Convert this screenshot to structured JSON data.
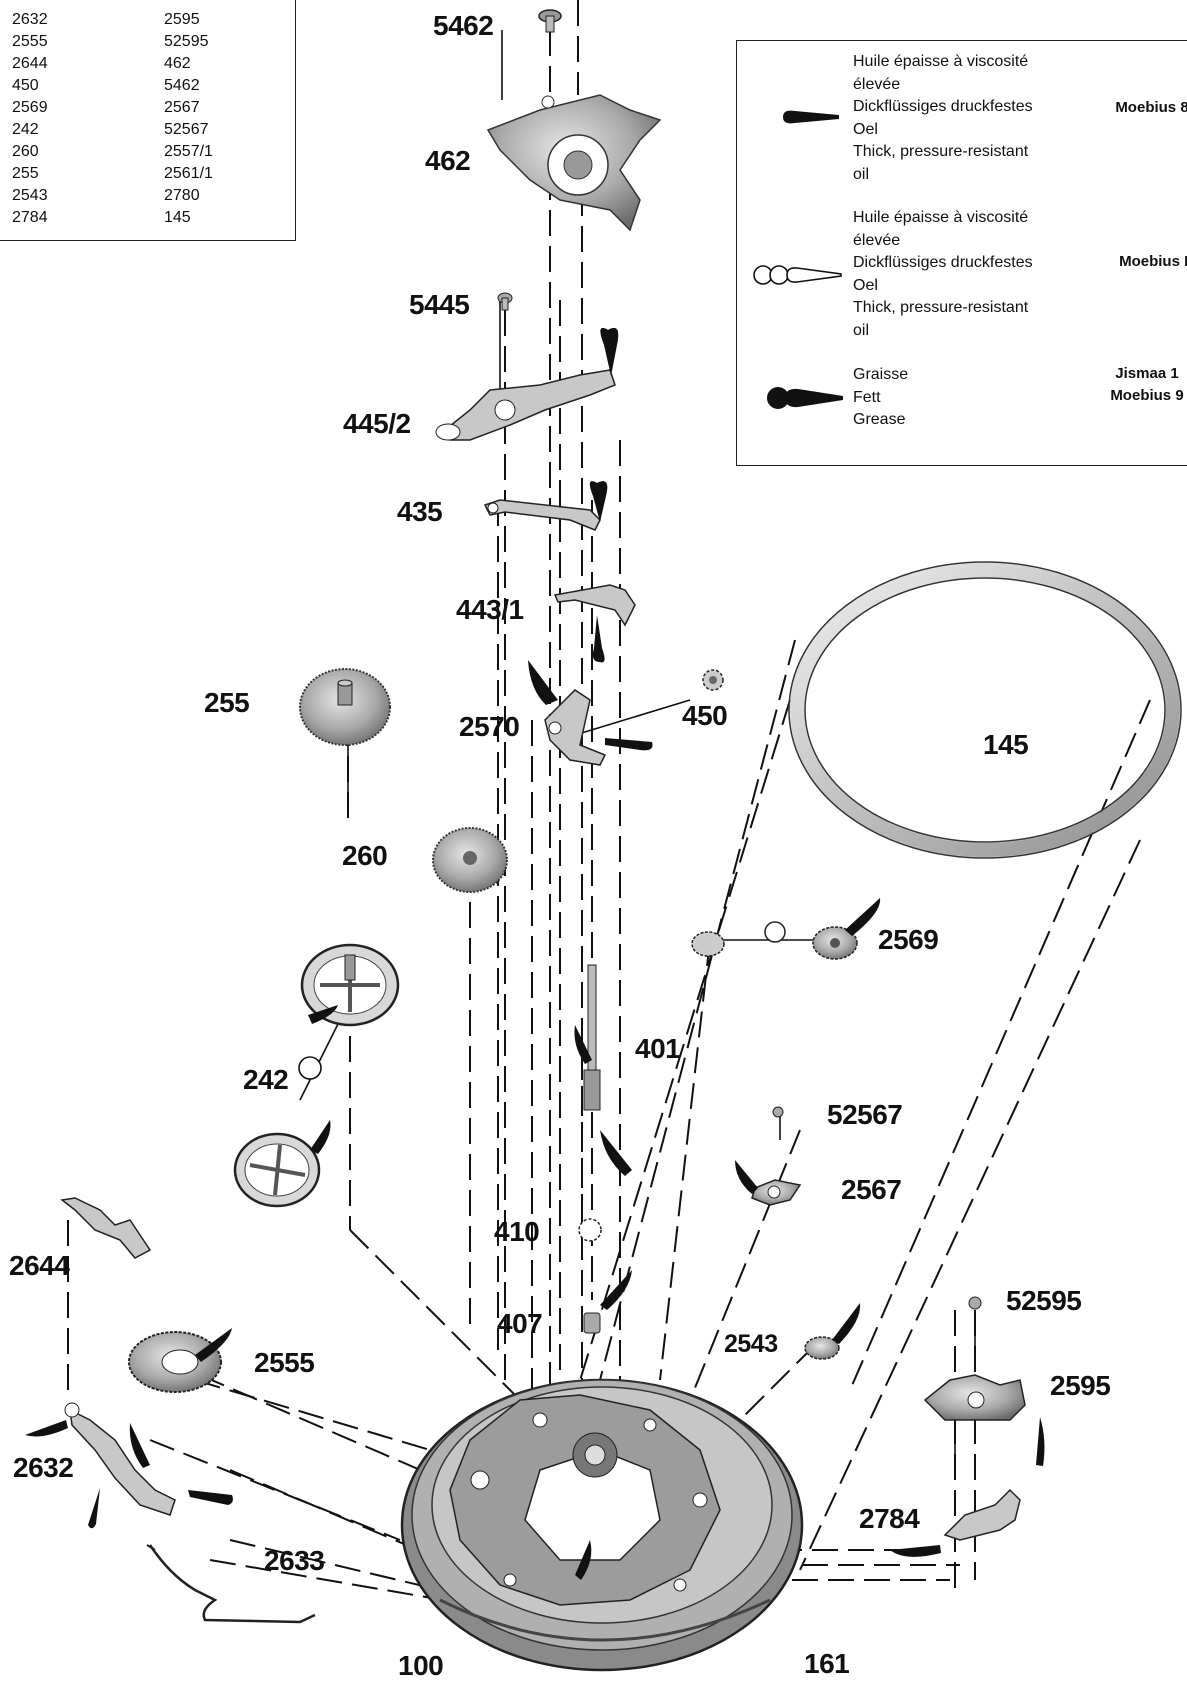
{
  "parts_table": {
    "rows": [
      [
        "2632",
        "2595"
      ],
      [
        "2555",
        "52595"
      ],
      [
        "2644",
        "462"
      ],
      [
        "450",
        "5462"
      ],
      [
        "2569",
        "2567"
      ],
      [
        "242",
        "52567"
      ],
      [
        "260",
        "2557/1"
      ],
      [
        "255",
        "2561/1"
      ],
      [
        "2543",
        "2780"
      ],
      [
        "2784",
        "145"
      ]
    ]
  },
  "legend": {
    "entries": [
      {
        "symbol": "solid-drop-icon",
        "lines": [
          "Huile épaisse à viscosité",
          "élevée",
          "Dickflüssiges druckfestes",
          "Oel",
          "Thick, pressure-resistant",
          "oil"
        ],
        "product": [
          "Moebius 8"
        ]
      },
      {
        "symbol": "hollow-drops-icon",
        "lines": [
          "Huile épaisse à viscosité",
          "élevée",
          "Dickflüssiges druckfestes",
          "Oel",
          "Thick, pressure-resistant",
          "oil"
        ],
        "product": [
          "Moebius D"
        ]
      },
      {
        "symbol": "double-drop-icon",
        "lines": [
          "Graisse",
          "Fett",
          "Grease"
        ],
        "product": [
          "Jismaa 1",
          "Moebius 9"
        ]
      }
    ]
  },
  "callouts": {
    "c5462": "5462",
    "c462": "462",
    "c5445": "5445",
    "c445_2": "445/2",
    "c435": "435",
    "c443_1": "443/1",
    "c255": "255",
    "c2570": "2570",
    "c450": "450",
    "c145": "145",
    "c260": "260",
    "c2569": "2569",
    "c242": "242",
    "c401": "401",
    "c52567": "52567",
    "c2567": "2567",
    "c410": "410",
    "c2644": "2644",
    "c407": "407",
    "c2543": "2543",
    "c52595": "52595",
    "c2555": "2555",
    "c2595": "2595",
    "c2632": "2632",
    "c2784": "2784",
    "c2633": "2633",
    "c161": "161",
    "c100": "100"
  },
  "colors": {
    "ink": "#111111",
    "metal": "#bdbdbd",
    "metal_dark": "#7a7a7a"
  }
}
